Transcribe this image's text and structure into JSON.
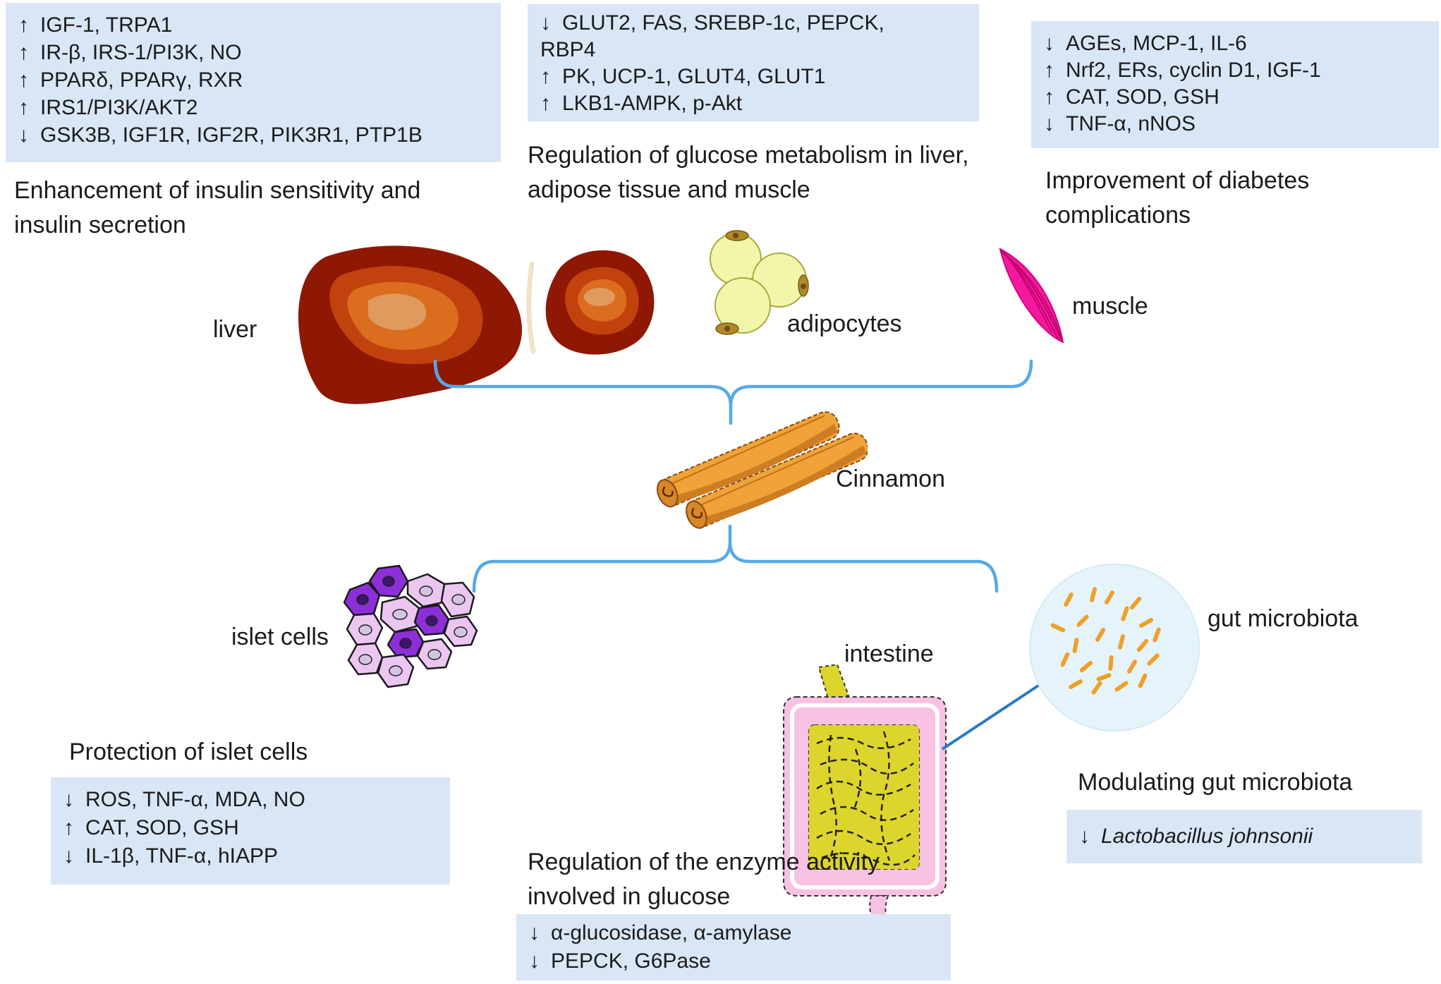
{
  "panels": {
    "insulin": {
      "items": [
        {
          "arrow": "↑",
          "text": "IGF-1, TRPA1"
        },
        {
          "arrow": "↑",
          "text": "IR-β, IRS-1/PI3K, NO"
        },
        {
          "arrow": "↑",
          "text": "PPARδ, PPARγ, RXR"
        },
        {
          "arrow": "↑",
          "text": "IRS1/PI3K/AKT2"
        },
        {
          "arrow": "↓",
          "text": "GSK3B, IGF1R, IGF2R, PIK3R1, PTP1B"
        }
      ],
      "caption": "Enhancement of insulin sensitivity and insulin secretion"
    },
    "glucose_metabolism": {
      "items": [
        {
          "arrow": "↓",
          "text": "GLUT2, FAS, SREBP-1c, PEPCK,"
        },
        {
          "arrow": "",
          "text": "RBP4"
        },
        {
          "arrow": "↑",
          "text": "PK, UCP-1, GLUT4,  GLUT1"
        },
        {
          "arrow": "↑",
          "text": "LKB1-AMPK, p-Akt"
        }
      ],
      "caption": "Regulation of glucose metabolism in liver, adipose tissue and muscle"
    },
    "complications": {
      "items": [
        {
          "arrow": "↓",
          "text": "AGEs, MCP-1, IL-6"
        },
        {
          "arrow": "↑",
          "text": "Nrf2, ERs, cyclin D1, IGF-1"
        },
        {
          "arrow": "↑",
          "text": "CAT, SOD, GSH"
        },
        {
          "arrow": "↓",
          "text": "TNF-α, nNOS"
        }
      ],
      "caption": "Improvement of diabetes complications"
    },
    "islet_protection": {
      "heading": "Protection of islet cells",
      "items": [
        {
          "arrow": "↓",
          "text": "ROS, TNF-α, MDA, NO"
        },
        {
          "arrow": "↑",
          "text": "CAT, SOD, GSH"
        },
        {
          "arrow": "↓",
          "text": "IL-1β, TNF-α, hIAPP"
        }
      ]
    },
    "enzyme_activity": {
      "heading": "Regulation of the enzyme activity involved in glucose",
      "items": [
        {
          "arrow": "↓",
          "text": "α-glucosidase, α-amylase"
        },
        {
          "arrow": "↓",
          "text": "PEPCK, G6Pase"
        }
      ]
    },
    "microbiota": {
      "heading": "Modulating gut microbiota",
      "items": [
        {
          "arrow": "↓",
          "text": "Lactobacillus johnsonii"
        }
      ]
    }
  },
  "labels": {
    "liver": "liver",
    "adipocytes": "adipocytes",
    "muscle": "muscle",
    "cinnamon": "Cinnamon",
    "islet_cells": "islet cells",
    "intestine": "intestine",
    "gut_microbiota": "gut microbiota"
  },
  "colors": {
    "panel_bg": "#d9e6f6",
    "bracket_blue": "#55a9e8",
    "connector_blue": "#2878c8",
    "text": "#1b1b1b",
    "liver_dark": "#8e1804",
    "liver_mid": "#c2420e",
    "liver_light": "#db6d1e",
    "adipocyte_fill": "#f2f6ab",
    "muscle_pink": "#f5189e",
    "cinnamon_orange": "#efa338",
    "islet_light": "#eac6f0",
    "islet_dark": "#8c2fd8",
    "intestine_pink": "#f8c2e2",
    "intestine_yellow": "#dcd52c",
    "microbiota_bg": "#e5f4fb",
    "microbiota_rod": "#efa02a"
  }
}
